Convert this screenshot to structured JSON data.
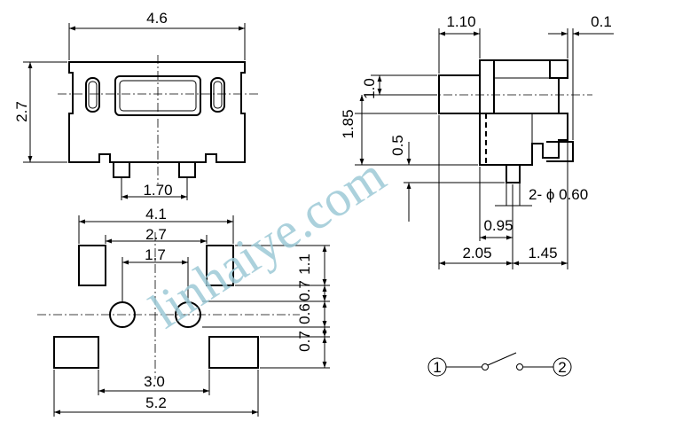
{
  "watermark": "linhaiye.com",
  "pin_markers": [
    "1",
    "2"
  ],
  "dimension_labels": {
    "top_width": "4.6",
    "top_height": "2.7",
    "top_pin_pitch": "1.70",
    "pad_outer": "4.1",
    "pad_inner": "2.7",
    "hole_pitch": "1.7",
    "pad_bottom_span": "3.0",
    "pad_total": "5.2",
    "pad_v1": "1.1",
    "pad_v2": "0.7",
    "pad_v3": "0.6",
    "pad_v4": "0.7",
    "side_width": "1.10",
    "side_thk": "0.1",
    "side_actuator": "1.0",
    "side_body": "1.85",
    "side_standoff": "0.5",
    "side_peg": "2- ϕ 0.60",
    "side_peg_offset": "0.95",
    "side_base": "2.05",
    "side_right": "1.45"
  }
}
